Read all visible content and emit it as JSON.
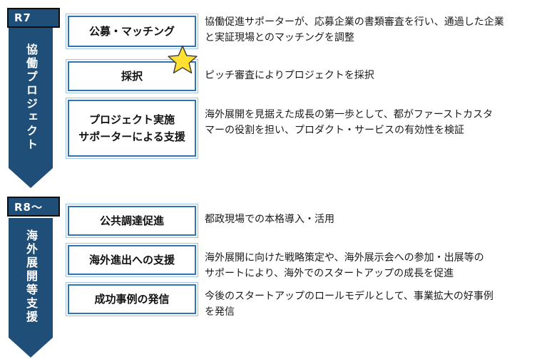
{
  "sections": [
    {
      "phase_label": "R7",
      "banner_text": "協働プロジェクト",
      "rows": [
        {
          "box": "公募・マッチング",
          "desc": "協働促進サポーターが、応募企業の書類審査を行い、通過した企業\nと実証現場とのマッチングを調整"
        },
        {
          "box": "採択",
          "desc": "ピッチ審査によりプロジェクトを採択"
        },
        {
          "box": "プロジェクト実施\nサポーターによる支援",
          "desc": "海外展開を見据えた成長の第一歩として、都がファーストカスタ\nマーの役割を担い、プロダクト・サービスの有効性を検証"
        }
      ]
    },
    {
      "phase_label": "R8～",
      "banner_text": "海外展開等支援",
      "rows": [
        {
          "box": "公共調達促進",
          "desc": "都政現場での本格導入・活用"
        },
        {
          "box": "海外進出への支援",
          "desc": "海外展開に向けた戦略策定や、海外展示会への参加・出展等の\nサポートにより、海外でのスタートアップの成長を促進"
        },
        {
          "box": "成功事例の発信",
          "desc": "今後のスタートアップのロールモデルとして、事業拡大の好事例\nを発信"
        }
      ]
    }
  ],
  "icons": {
    "star": "★"
  },
  "colors": {
    "banner_navy": "#1F4E79",
    "box_border": "#2E75B6",
    "box_border_light": "#9DC3E6",
    "star_fill": "#FFE033",
    "text": "#1A1A1A"
  }
}
